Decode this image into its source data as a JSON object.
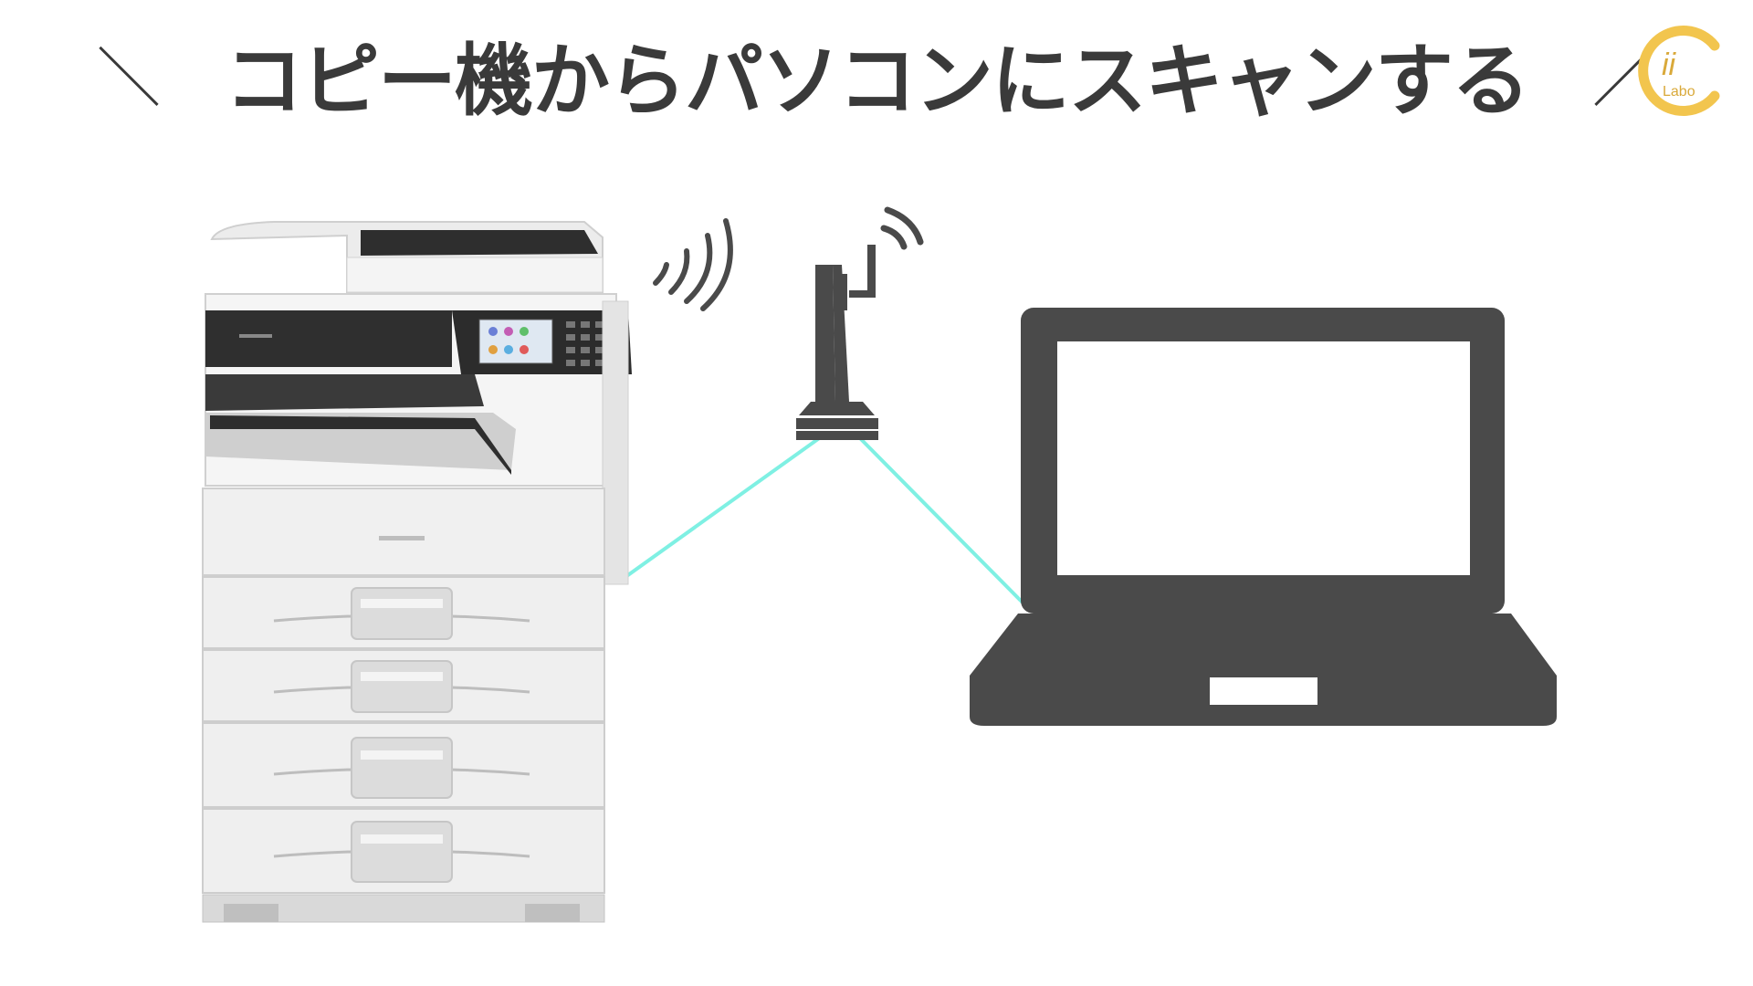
{
  "title": {
    "left_slash": "＼",
    "text": "コピー機からパソコンにスキャンする",
    "right_slash": "／"
  },
  "logo": {
    "mark": "ii",
    "text": "Labo"
  },
  "colors": {
    "title": "#3a3a3a",
    "icon": "#4a4a4a",
    "connection": "#7ff0e3",
    "logo": "#f2c54e"
  },
  "icons": [
    "copier-icon",
    "wifi-signal-icon",
    "router-icon",
    "laptop-icon"
  ]
}
